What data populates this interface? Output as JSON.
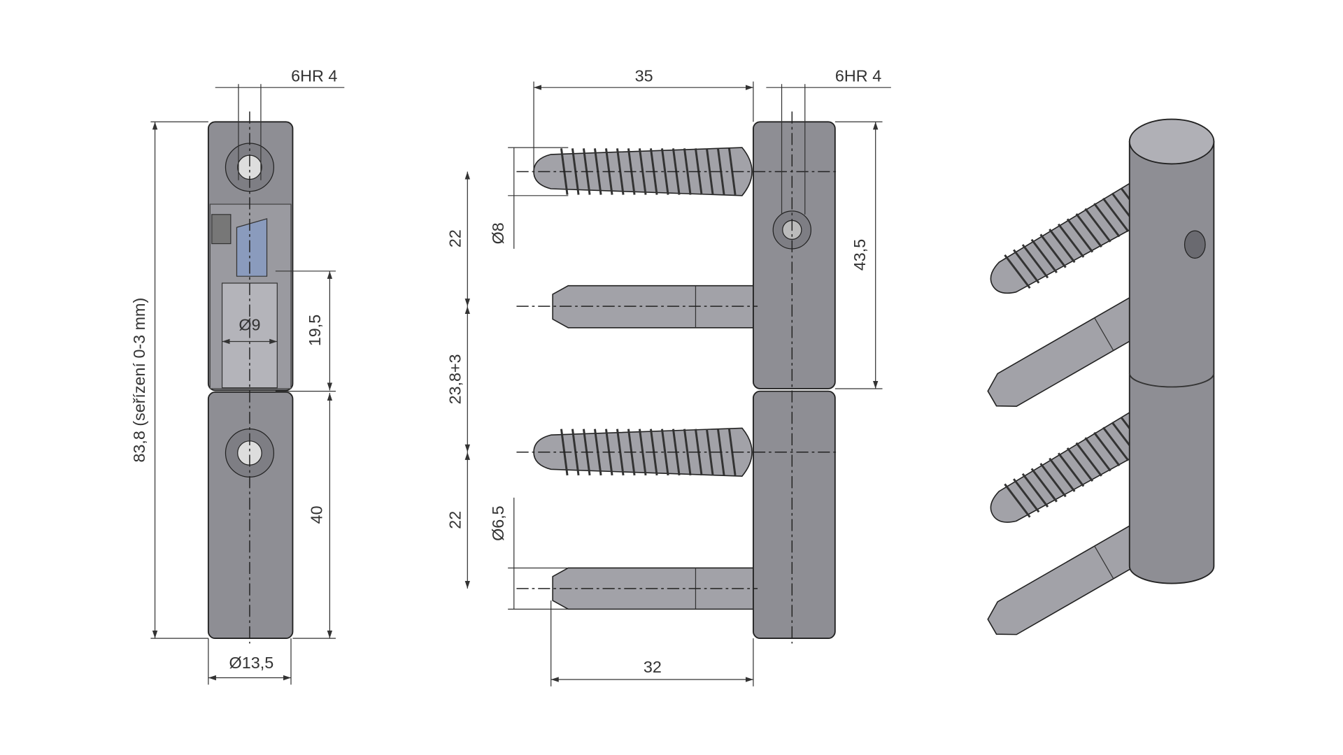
{
  "side_view": {
    "total_height_label": "83,8 (seřízení 0-3 mm)",
    "hex_label": "6HR 4",
    "pin_diameter_label": "Ø9",
    "upper_length_label": "19,5",
    "lower_length_label": "40",
    "barrel_diameter_label": "Ø13,5"
  },
  "front_view": {
    "screw_length_label": "35",
    "hex_label": "6HR 4",
    "upper_height_label": "43,5",
    "spacing_top_label": "22",
    "spacing_middle_label": "23,8+3",
    "spacing_bottom_label": "22",
    "thread_diameter_label": "Ø8",
    "pin_diameter_label": "Ø6,5",
    "pin_length_label": "32"
  },
  "colors": {
    "metal": "#8e8e94",
    "pin": "#a2a2a8",
    "insert": "#8a9bbd"
  }
}
